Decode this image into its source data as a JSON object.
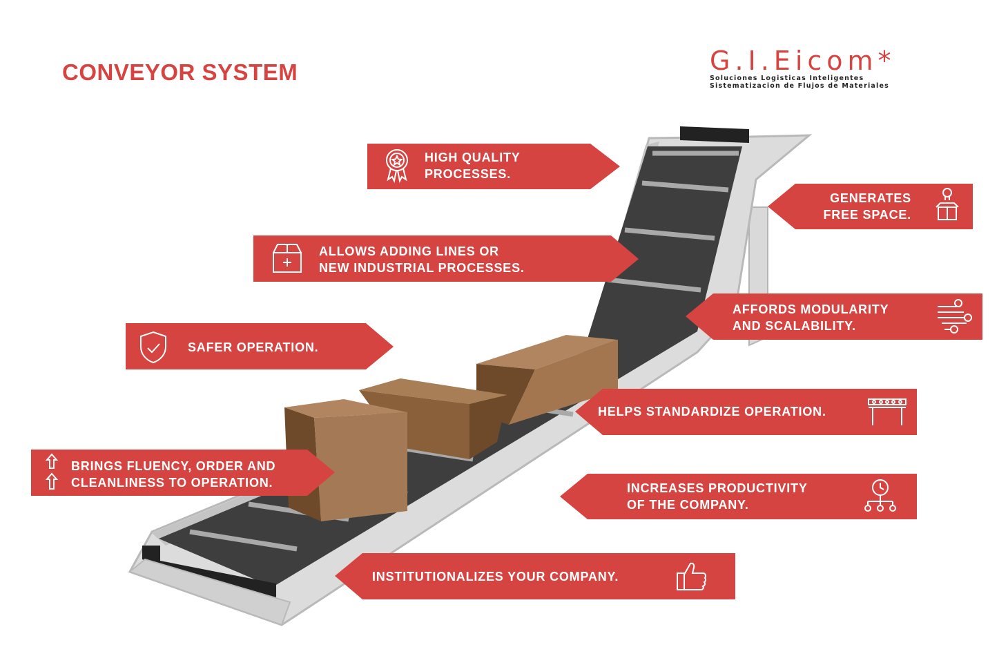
{
  "title": "CONVEYOR SYSTEM",
  "logo": {
    "name": "G.I.Eicom*",
    "tagline1": "Soluciones Logisticas Inteligentes",
    "tagline2": "Sistematizacion de Flujos de Materiales"
  },
  "colors": {
    "accent": "#d54441",
    "belt": "#3d3d3d",
    "frame": "#d9d9d9",
    "frame_edge": "#b9b9b9",
    "box": "#99704a",
    "box_dark": "#6e4a2a"
  },
  "benefits": {
    "high_quality": {
      "line1": "HIGH QUALITY",
      "line2": "PROCESSES.",
      "icon": "award-ribbon-icon"
    },
    "adding_lines": {
      "line1": "ALLOWS ADDING LINES OR",
      "line2": "NEW INDUSTRIAL PROCESSES.",
      "icon": "box-plus-icon"
    },
    "safer": {
      "line1": "SAFER OPERATION.",
      "icon": "shield-check-icon"
    },
    "fluency": {
      "line1": "BRINGS FLUENCY, ORDER AND",
      "line2": "CLEANLINESS TO OPERATION.",
      "icon": "up-arrows-icon"
    },
    "free_space": {
      "line1": "GENERATES",
      "line2": "FREE SPACE.",
      "icon": "box-lightbulb-icon"
    },
    "modularity": {
      "line1": "AFFORDS MODULARITY",
      "line2": "AND SCALABILITY.",
      "icon": "conveyor-rollers-icon"
    },
    "standardize": {
      "line1": "HELPS STANDARDIZE OPERATION.",
      "icon": "conveyor-table-icon"
    },
    "productivity": {
      "line1": "INCREASES PRODUCTIVITY",
      "line2": "OF THE COMPANY.",
      "icon": "clock-network-icon"
    },
    "institutionalizes": {
      "line1": "INSTITUTIONALIZES YOUR COMPANY.",
      "icon": "thumbs-up-icon"
    }
  }
}
